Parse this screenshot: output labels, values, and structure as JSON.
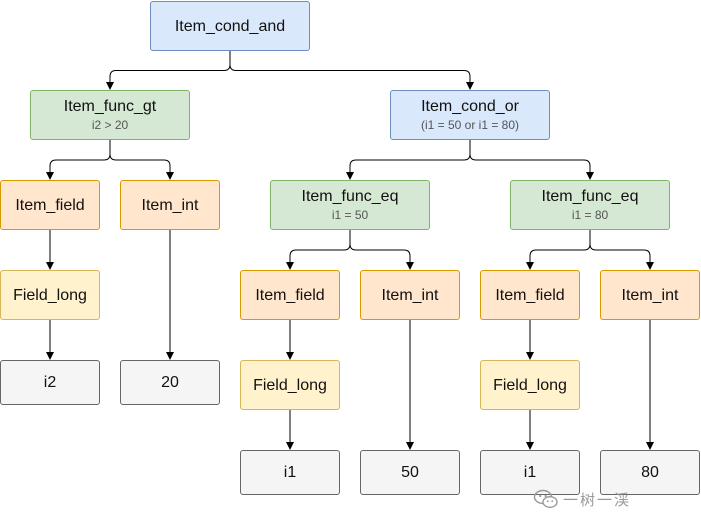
{
  "nodes": {
    "root": {
      "title": "Item_cond_and",
      "color": "blue"
    },
    "func_gt": {
      "title": "Item_func_gt",
      "sub": "i2 > 20",
      "color": "green"
    },
    "cond_or": {
      "title": "Item_cond_or",
      "sub": "(i1 = 50 or i1 = 80)",
      "color": "blue"
    },
    "field_a": {
      "title": "Item_field",
      "color": "orange"
    },
    "int_a": {
      "title": "Item_int",
      "color": "orange"
    },
    "eq_a": {
      "title": "Item_func_eq",
      "sub": "i1 = 50",
      "color": "green"
    },
    "eq_b": {
      "title": "Item_func_eq",
      "sub": "i1 = 80",
      "color": "green"
    },
    "long_a": {
      "title": "Field_long",
      "color": "yellow"
    },
    "val_i2": {
      "title": "i2",
      "color": "gray"
    },
    "val_20": {
      "title": "20",
      "color": "gray"
    },
    "field_b": {
      "title": "Item_field",
      "color": "orange"
    },
    "int_b": {
      "title": "Item_int",
      "color": "orange"
    },
    "field_c": {
      "title": "Item_field",
      "color": "orange"
    },
    "int_c": {
      "title": "Item_int",
      "color": "orange"
    },
    "long_b": {
      "title": "Field_long",
      "color": "yellow"
    },
    "long_c": {
      "title": "Field_long",
      "color": "yellow"
    },
    "val_i1_a": {
      "title": "i1",
      "color": "gray"
    },
    "val_50": {
      "title": "50",
      "color": "gray"
    },
    "val_i1_b": {
      "title": "i1",
      "color": "gray"
    },
    "val_80": {
      "title": "80",
      "color": "gray"
    }
  },
  "edges": [
    [
      "root",
      "func_gt"
    ],
    [
      "root",
      "cond_or"
    ],
    [
      "func_gt",
      "field_a"
    ],
    [
      "func_gt",
      "int_a"
    ],
    [
      "cond_or",
      "eq_a"
    ],
    [
      "cond_or",
      "eq_b"
    ],
    [
      "field_a",
      "long_a"
    ],
    [
      "long_a",
      "val_i2"
    ],
    [
      "int_a",
      "val_20"
    ],
    [
      "eq_a",
      "field_b"
    ],
    [
      "eq_a",
      "int_b"
    ],
    [
      "eq_b",
      "field_c"
    ],
    [
      "eq_b",
      "int_c"
    ],
    [
      "field_b",
      "long_b"
    ],
    [
      "long_b",
      "val_i1_a"
    ],
    [
      "int_b",
      "val_50"
    ],
    [
      "field_c",
      "long_c"
    ],
    [
      "long_c",
      "val_i1_b"
    ],
    [
      "int_c",
      "val_80"
    ]
  ],
  "watermark": {
    "icon": "wechat-icon",
    "text": "一树一渓"
  },
  "colors": {
    "edge": "#000000",
    "watermark": "#9a9a9a"
  }
}
